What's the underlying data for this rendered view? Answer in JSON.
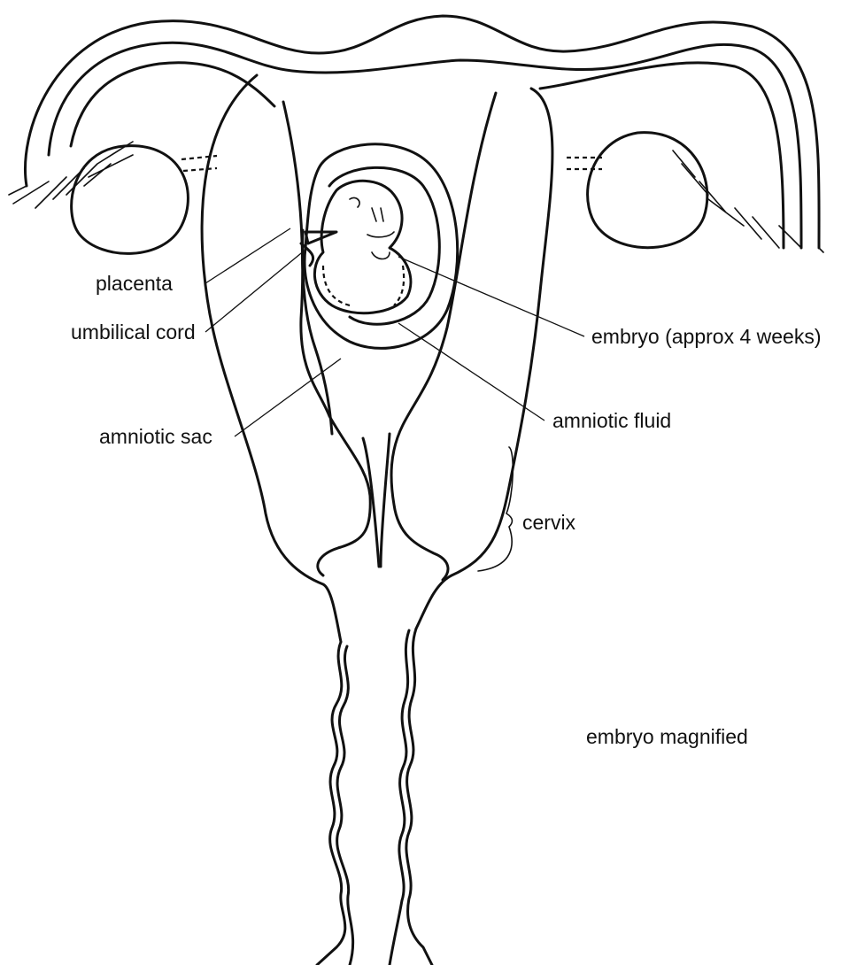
{
  "labels": {
    "placenta": "placenta",
    "umbilical_cord": "umbilical cord",
    "amniotic_sac": "amniotic sac",
    "embryo": "embryo (approx 4 weeks)",
    "amniotic_fluid": "amniotic fluid",
    "cervix": "cervix",
    "embryo_magnified": "embryo magnified"
  },
  "colors": {
    "ink": "#111111",
    "background": "#ffffff"
  }
}
